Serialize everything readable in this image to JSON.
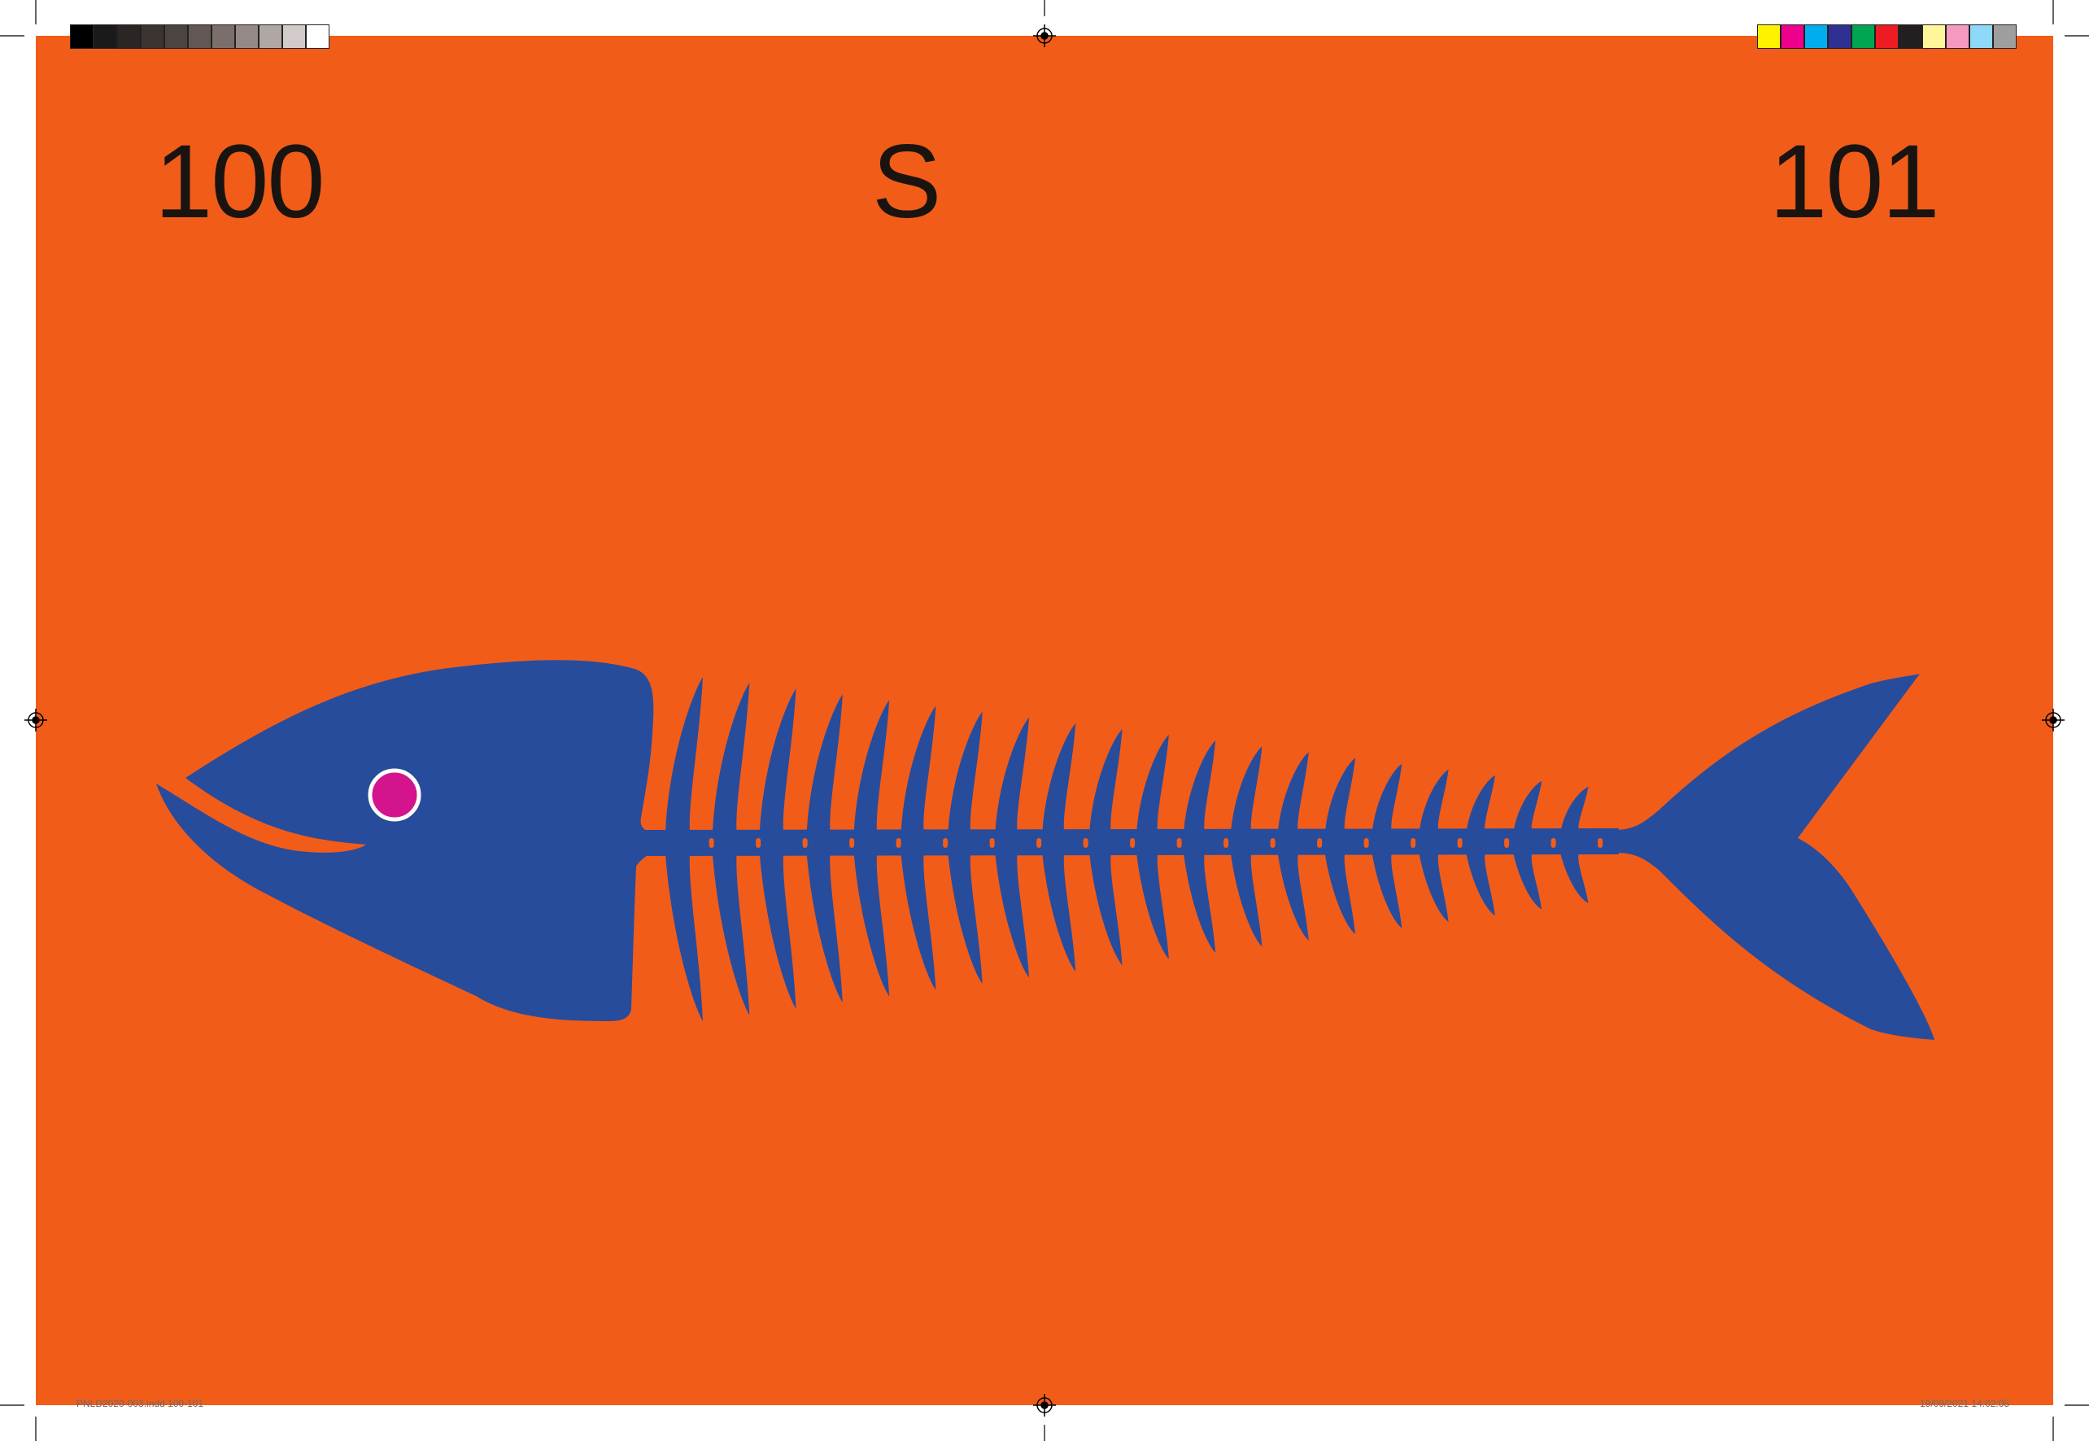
{
  "page": {
    "left_number": "100",
    "right_number": "101",
    "section_letter": "S"
  },
  "slug": {
    "file_info": "PNLD2020-003.indd   100-101",
    "date_time": "19/09/2021   14:02:05"
  },
  "colors": {
    "background": "#F25C19",
    "fish_body": "#274C9C",
    "eye": "#D4148C",
    "eye_ring": "#FFFFFF",
    "text": "#1A1410",
    "grayscale_strip": [
      "#000000",
      "#1a1a1a",
      "#2b2523",
      "#3c3431",
      "#4d4340",
      "#625754",
      "#7a6f6b",
      "#948986",
      "#b0a7a4",
      "#d2cbc9",
      "#ffffff"
    ],
    "color_strip": [
      "#FFF200",
      "#EC008C",
      "#00AEEF",
      "#2E3192",
      "#00A651",
      "#ED1C24",
      "#231F20",
      "#FFF59A",
      "#F49AC1",
      "#8ED8F8",
      "#9E9E9E"
    ]
  },
  "illustration": {
    "subject": "fish-skeleton-icon"
  }
}
